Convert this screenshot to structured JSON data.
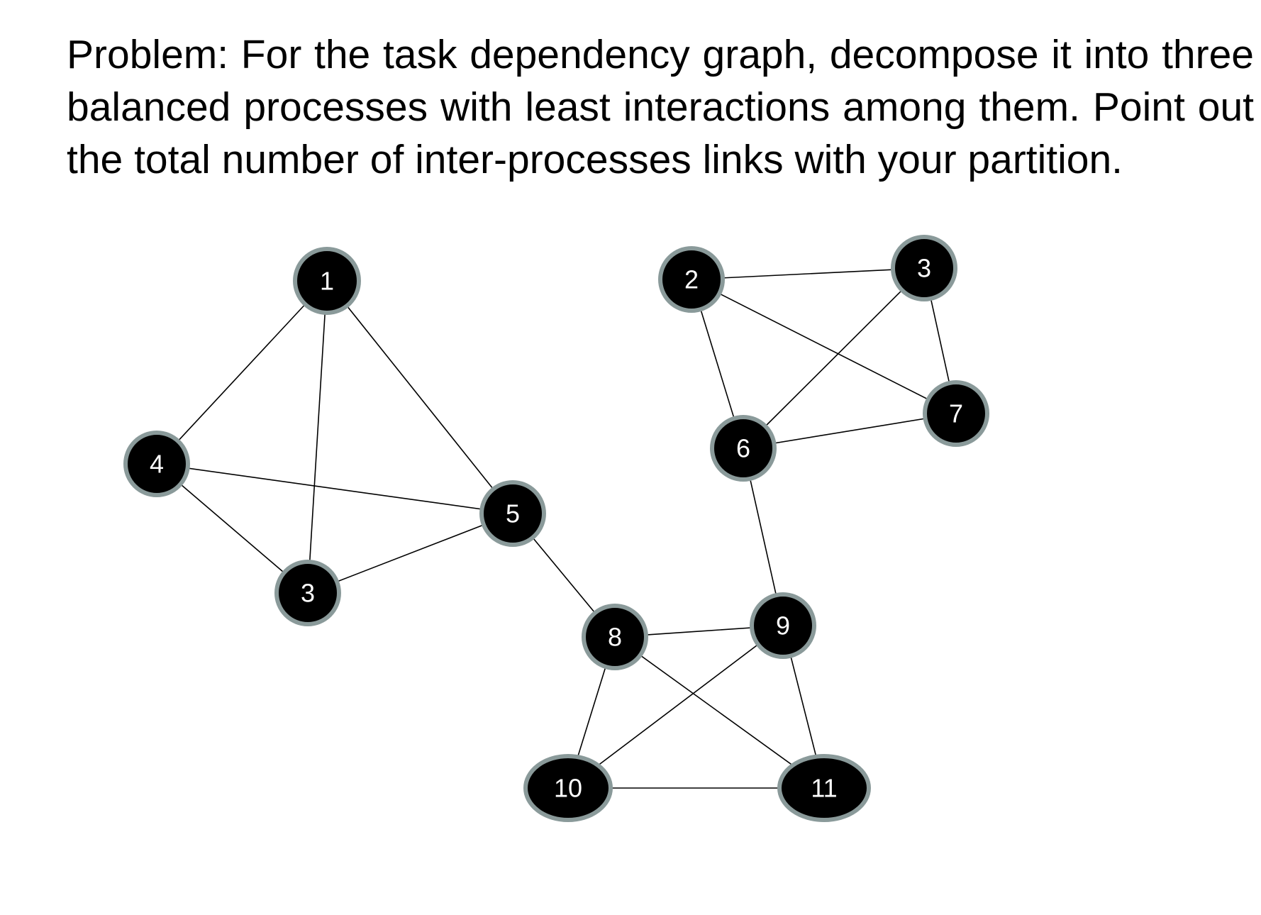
{
  "problem": {
    "text": "Problem: For the task dependency graph,  decompose it into three balanced processes with least interactions among them. Point out the total number of inter-processes links with your partition."
  },
  "graph": {
    "nodes": [
      {
        "id": "n1",
        "label": "1"
      },
      {
        "id": "n4",
        "label": "4"
      },
      {
        "id": "n3a",
        "label": "3"
      },
      {
        "id": "n5",
        "label": "5"
      },
      {
        "id": "n2",
        "label": "2"
      },
      {
        "id": "n3b",
        "label": "3"
      },
      {
        "id": "n7",
        "label": "7"
      },
      {
        "id": "n6",
        "label": "6"
      },
      {
        "id": "n8",
        "label": "8"
      },
      {
        "id": "n9",
        "label": "9"
      },
      {
        "id": "n10",
        "label": "10"
      },
      {
        "id": "n11",
        "label": "11"
      }
    ],
    "edges": [
      [
        "n1",
        "n4"
      ],
      [
        "n1",
        "n3a"
      ],
      [
        "n1",
        "n5"
      ],
      [
        "n4",
        "n5"
      ],
      [
        "n4",
        "n3a"
      ],
      [
        "n3a",
        "n5"
      ],
      [
        "n5",
        "n8"
      ],
      [
        "n2",
        "n3b"
      ],
      [
        "n2",
        "n7"
      ],
      [
        "n2",
        "n6"
      ],
      [
        "n3b",
        "n6"
      ],
      [
        "n3b",
        "n7"
      ],
      [
        "n6",
        "n7"
      ],
      [
        "n6",
        "n9"
      ],
      [
        "n8",
        "n9"
      ],
      [
        "n8",
        "n10"
      ],
      [
        "n8",
        "n11"
      ],
      [
        "n9",
        "n10"
      ],
      [
        "n9",
        "n11"
      ],
      [
        "n10",
        "n11"
      ]
    ],
    "colors": {
      "node_fill": "#000000",
      "node_border": "#8a9a9a",
      "label": "#ffffff",
      "edge": "#000000"
    }
  }
}
